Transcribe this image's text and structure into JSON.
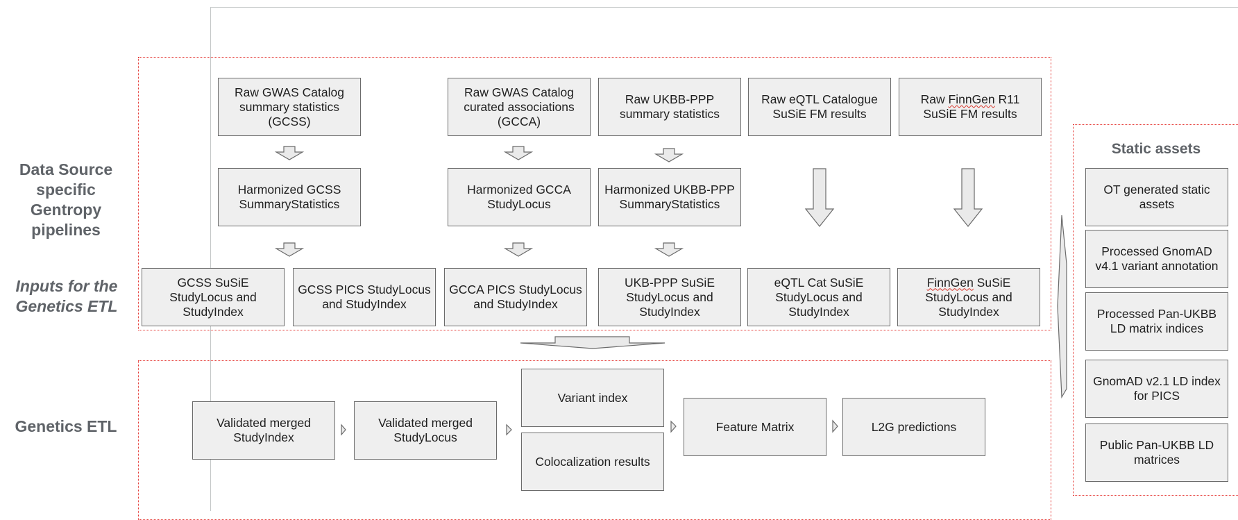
{
  "lanes": {
    "data_source": "Data Source specific Gentropy pipelines",
    "inputs": "Inputs for the Genetics ETL",
    "genetics_etl": "Genetics ETL"
  },
  "raw_sources": {
    "gcss": "Raw GWAS Catalog summary statistics (GCSS)",
    "gcca": "Raw GWAS Catalog curated associations (GCCA)",
    "ukbb": "Raw UKBB-PPP summary statistics",
    "eqtl": "Raw eQTL Catalogue SuSiE FM results",
    "finngen_pre": "Raw ",
    "finngen_word": "FinnGen",
    "finngen_post": " R11 SuSiE FM results"
  },
  "harmonized": {
    "gcss": "Harmonized GCSS SummaryStatistics",
    "gcca": "Harmonized GCCA StudyLocus",
    "ukbb": "Harmonized UKBB-PPP SummaryStatistics"
  },
  "inputs": {
    "gcss_susie": "GCSS SuSiE StudyLocus and StudyIndex",
    "gcss_pics": "GCSS PICS StudyLocus and StudyIndex",
    "gcca_pics": "GCCA PICS StudyLocus and StudyIndex",
    "ukb_susie": "UKB-PPP SuSiE StudyLocus and StudyIndex",
    "eqtl_susie": "eQTL Cat SuSiE StudyLocus and StudyIndex",
    "finngen_word": "FinnGen",
    "finngen_post": " SuSiE StudyLocus and StudyIndex"
  },
  "etl": {
    "study_index": "Validated merged StudyIndex",
    "study_locus": "Validated merged StudyLocus",
    "variant_index": "Variant index",
    "coloc": "Colocalization results",
    "feature_matrix": "Feature Matrix",
    "l2g": "L2G predictions"
  },
  "static_assets": {
    "title": "Static assets",
    "items": [
      "OT generated static assets",
      "Processed GnomAD v4.1 variant annotation",
      "Processed Pan-UKBB LD matrix indices",
      "GnomAD v2.1 LD index for PICS",
      "Public Pan-UKBB LD matrices"
    ]
  },
  "colors": {
    "box_fill": "#efefef",
    "box_border": "#6b6b6b",
    "region_border": "#e53935",
    "lane_text": "#5f6368"
  }
}
